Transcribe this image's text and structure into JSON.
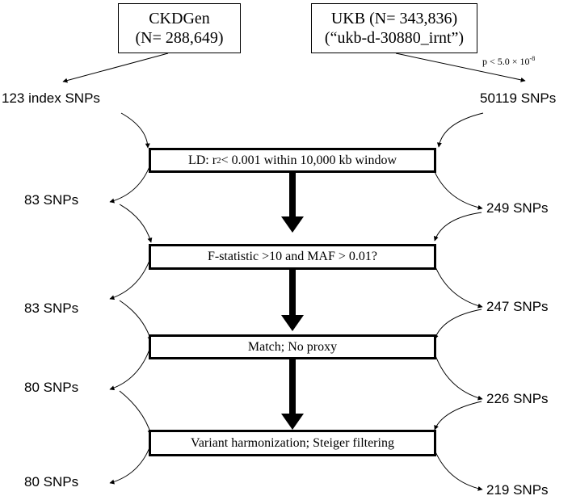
{
  "sources": {
    "left": {
      "name": "CKDGen",
      "n": "(N= 288,649)"
    },
    "right": {
      "name": "UKB (N= 343,836)",
      "id": "(“ukb-d-30880_irnt”)"
    }
  },
  "threshold": {
    "base": "p < 5.0 × 10",
    "exp": "-8"
  },
  "steps": {
    "ld": {
      "prefix": "LD: r",
      "sup": "2",
      "suffix": " < 0.001 within 10,000 kb window"
    },
    "fstat": "F-statistic >10  and MAF > 0.01?",
    "match": "Match; No proxy",
    "harmonize": "Variant harmonization; Steiger filtering"
  },
  "left_counts": {
    "initial": "123 index SNPs",
    "after_ld": "83 SNPs",
    "after_fstat": "83 SNPs",
    "after_match": "80 SNPs",
    "after_harmonize": "80 SNPs"
  },
  "right_counts": {
    "initial": "50119 SNPs",
    "after_ld": "249 SNPs",
    "after_fstat": "247 SNPs",
    "after_match": "226 SNPs",
    "after_harmonize": "219 SNPs"
  }
}
